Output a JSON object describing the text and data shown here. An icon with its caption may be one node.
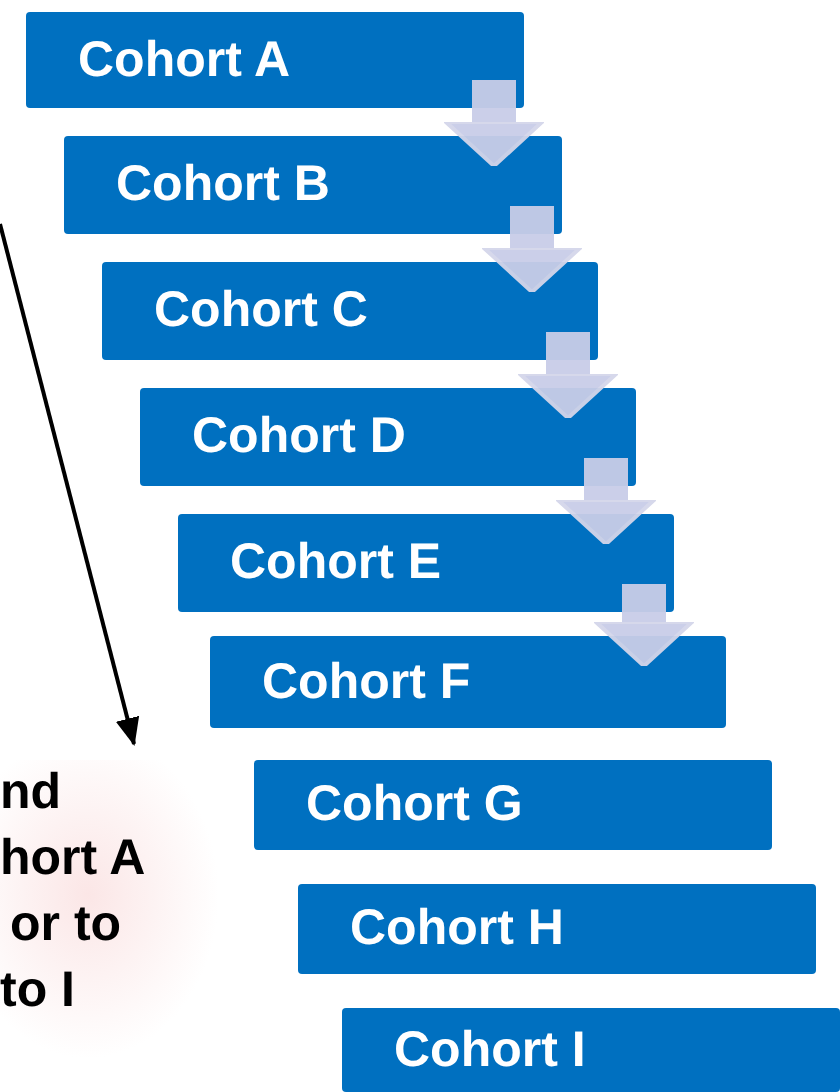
{
  "diagram": {
    "nodes": [
      {
        "text": [
          "Cohort A"
        ]
      },
      {
        "text": [
          "Cohort B"
        ]
      },
      {
        "text": [
          "Cohort C"
        ]
      },
      {
        "text": [
          "Cohort D"
        ]
      },
      {
        "text": [
          "Cohort E"
        ]
      },
      {
        "text": [
          "Cohort F"
        ]
      },
      {
        "text": [
          "Cohort G"
        ]
      },
      {
        "text": [
          "Cohort H"
        ]
      },
      {
        "text": [
          "Cohort I"
        ]
      },
      {
        "text": [
          "nd",
          "hort A",
          "or to",
          "to I"
        ]
      }
    ],
    "edges": [
      {
        "from": 0,
        "to": 1,
        "arrow": "to"
      },
      {
        "from": 1,
        "to": 2,
        "arrow": "to"
      },
      {
        "from": 2,
        "to": 3,
        "arrow": "to"
      },
      {
        "from": 3,
        "to": 4,
        "arrow": "to"
      },
      {
        "from": 4,
        "to": 5,
        "arrow": "to"
      },
      {
        "from": null,
        "to": 9,
        "arrow": "to",
        "color": "#000000"
      }
    ]
  }
}
